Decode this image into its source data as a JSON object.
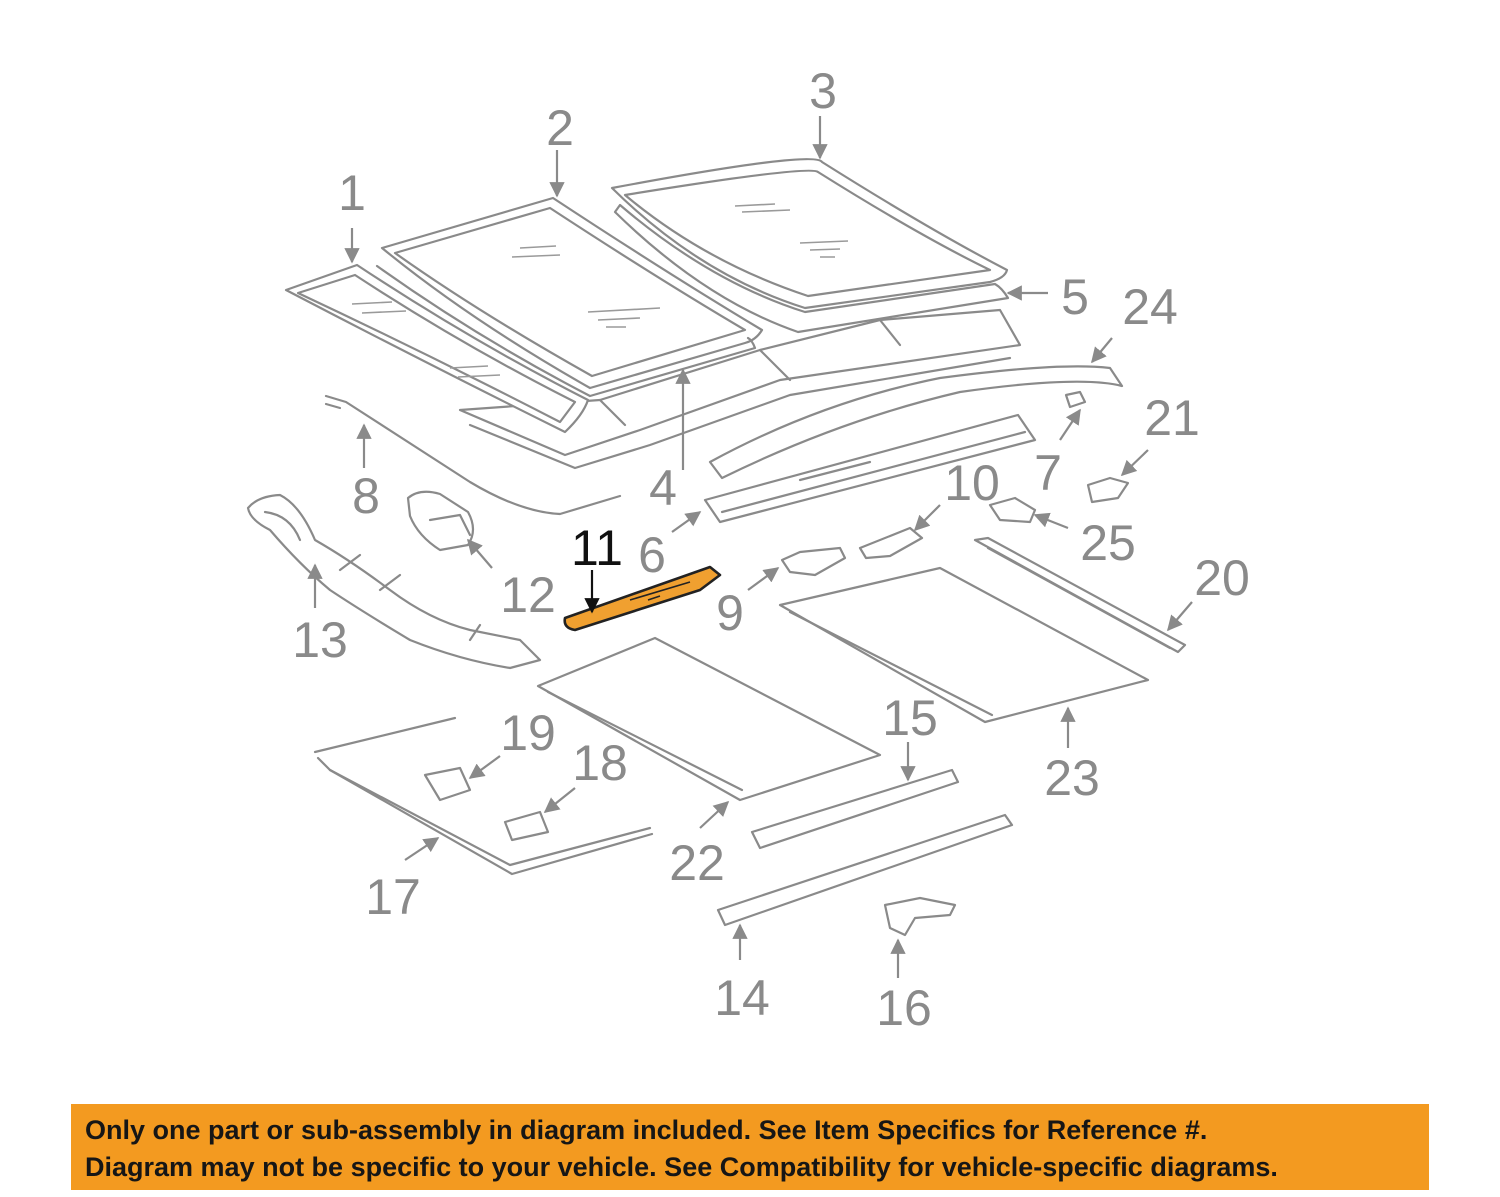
{
  "diagram": {
    "callouts": [
      {
        "id": "1",
        "label": "1"
      },
      {
        "id": "2",
        "label": "2"
      },
      {
        "id": "3",
        "label": "3"
      },
      {
        "id": "4",
        "label": "4"
      },
      {
        "id": "5",
        "label": "5"
      },
      {
        "id": "6",
        "label": "6"
      },
      {
        "id": "7",
        "label": "7"
      },
      {
        "id": "8",
        "label": "8"
      },
      {
        "id": "9",
        "label": "9"
      },
      {
        "id": "10",
        "label": "10"
      },
      {
        "id": "11",
        "label": "11"
      },
      {
        "id": "12",
        "label": "12"
      },
      {
        "id": "13",
        "label": "13"
      },
      {
        "id": "14",
        "label": "14"
      },
      {
        "id": "15",
        "label": "15"
      },
      {
        "id": "16",
        "label": "16"
      },
      {
        "id": "17",
        "label": "17"
      },
      {
        "id": "18",
        "label": "18"
      },
      {
        "id": "19",
        "label": "19"
      },
      {
        "id": "20",
        "label": "20"
      },
      {
        "id": "21",
        "label": "21"
      },
      {
        "id": "22",
        "label": "22"
      },
      {
        "id": "23",
        "label": "23"
      },
      {
        "id": "24",
        "label": "24"
      },
      {
        "id": "25",
        "label": "25"
      }
    ],
    "highlighted_part": "11",
    "colors": {
      "part_stroke": "#8a8a8a",
      "highlight_fill": "#f0a030",
      "banner_bg": "#f39a20"
    }
  },
  "notice": {
    "line1": "Only one part or sub-assembly in diagram included. See Item Specifics for Reference #.",
    "line2": "Diagram may not be specific to your vehicle. See Compatibility for vehicle-specific diagrams."
  }
}
